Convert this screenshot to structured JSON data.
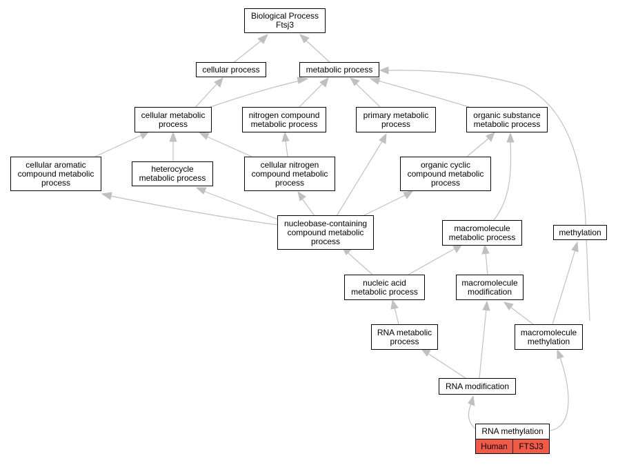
{
  "colors": {
    "edge": "#c0c0c0",
    "node_border": "#000000",
    "tag_fill": "#f15a46"
  },
  "nodes": {
    "root": "Biological Process\nFtsj3",
    "cellular_process": "cellular process",
    "metabolic_process": "metabolic process",
    "cellular_metabolic_process": "cellular metabolic\nprocess",
    "nitrogen_compound_metabolic_process": "nitrogen compound\nmetabolic process",
    "primary_metabolic_process": "primary metabolic\nprocess",
    "organic_substance_metabolic_process": "organic substance\nmetabolic process",
    "cellular_aromatic_compound_metabolic_process": "cellular aromatic\ncompound metabolic\nprocess",
    "heterocycle_metabolic_process": "heterocycle\nmetabolic process",
    "cellular_nitrogen_compound_metabolic_process": "cellular nitrogen\ncompound metabolic\nprocess",
    "organic_cyclic_compound_metabolic_process": "organic cyclic\ncompound metabolic\nprocess",
    "nucleobase_containing_compound_metabolic_process": "nucleobase-containing\ncompound metabolic\nprocess",
    "macromolecule_metabolic_process": "macromolecule\nmetabolic process",
    "methylation": "methylation",
    "nucleic_acid_metabolic_process": "nucleic acid\nmetabolic process",
    "macromolecule_modification": "macromolecule\nmodification",
    "rna_metabolic_process": "RNA metabolic\nprocess",
    "macromolecule_methylation": "macromolecule\nmethylation",
    "rna_modification": "RNA modification",
    "rna_methylation": "RNA methylation"
  },
  "annotations": {
    "species": "Human",
    "gene": "FTSJ3"
  }
}
